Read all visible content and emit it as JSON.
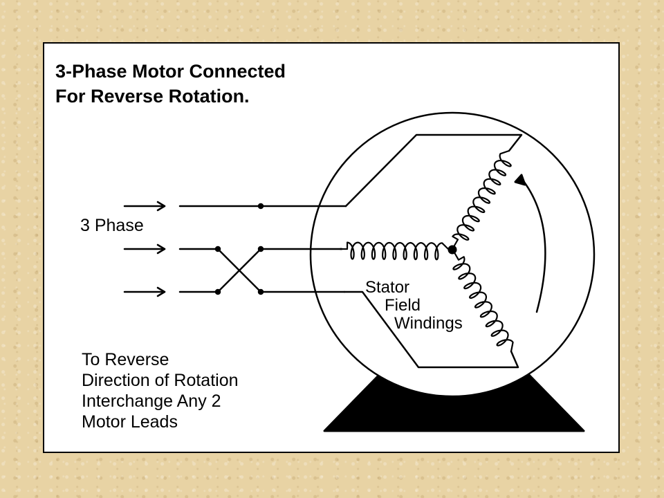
{
  "title": {
    "line1": "3-Phase Motor Connected",
    "line2": "For Reverse Rotation."
  },
  "labels": {
    "supply": "3 Phase",
    "stator_line1": "Stator",
    "stator_line2": "Field",
    "stator_line3": "Windings"
  },
  "note": {
    "line1": "To Reverse",
    "line2": "Direction of Rotation",
    "line3": "Interchange Any 2",
    "line4": "Motor Leads"
  },
  "colors": {
    "background": "#e8d3a4",
    "panel": "#ffffff",
    "ink": "#000000"
  }
}
